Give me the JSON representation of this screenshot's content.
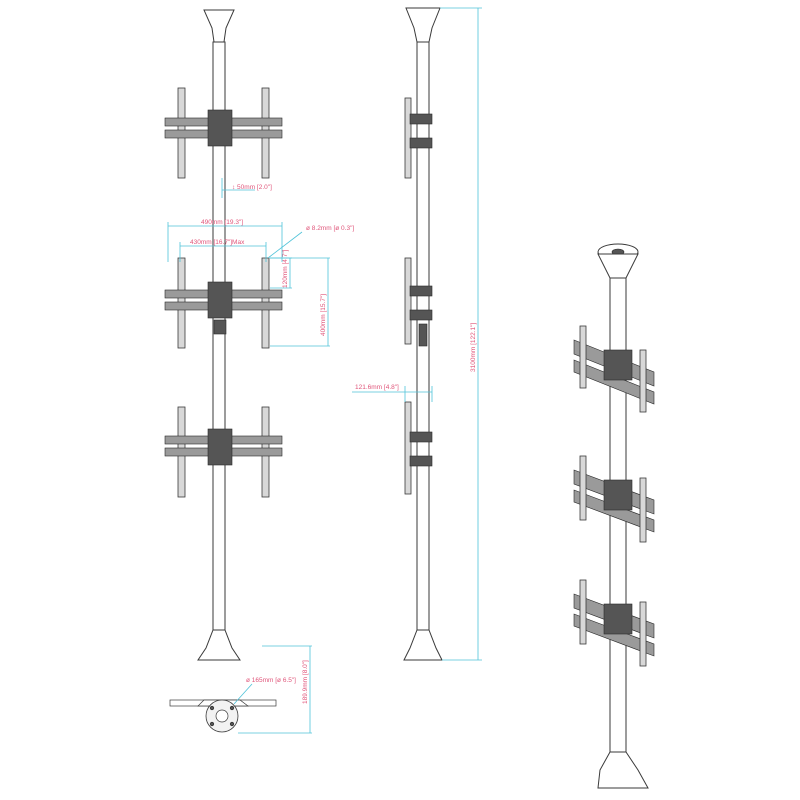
{
  "dimensions": {
    "gap_between_screens": "↕ 50mm [2.0\"]",
    "rail_width": "490mm [19.3\"]",
    "max_width": "430mm [16.7\"]Max",
    "hole_diameter": "ø 8.2mm [ø 0.3\"]",
    "short_height": "120mm [4.7\"]",
    "tall_height": "400mm [15.7\"]",
    "total_height": "3100mm [122.1\"]",
    "side_depth": "121.6mm [4.8\"]",
    "base_diameter": "ø 165mm [ø 6.5\"]",
    "base_height": "189.9mm [8.0\"]"
  },
  "colors": {
    "dimension_line": "#4fc3d9",
    "dimension_text": "#e0557a",
    "outline": "#3a3a3a"
  }
}
